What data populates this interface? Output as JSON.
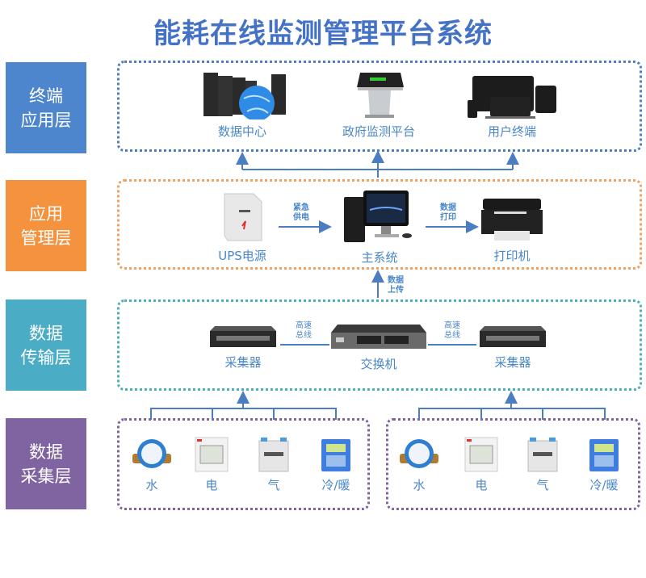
{
  "title": "能耗在线监测管理平台系统",
  "colors": {
    "terminal": "#4E86CE",
    "management": "#F5923E",
    "transmission": "#4BACC6",
    "collection": "#8064A2",
    "title": "#4472C4",
    "caption": "#4A86C8",
    "arrow": "#4A7EC0"
  },
  "layers": [
    {
      "id": "terminal",
      "label_line1": "终端",
      "label_line2": "应用层"
    },
    {
      "id": "management",
      "label_line1": "应用",
      "label_line2": "管理层"
    },
    {
      "id": "transmission",
      "label_line1": "数据",
      "label_line2": "传输层"
    },
    {
      "id": "collection",
      "label_line1": "数据",
      "label_line2": "采集层"
    }
  ],
  "terminal_nodes": [
    {
      "icon": "data-center-icon",
      "label": "数据中心"
    },
    {
      "icon": "kiosk-icon",
      "label": "政府监测平台"
    },
    {
      "icon": "devices-icon",
      "label": "用户终端"
    }
  ],
  "management_nodes": [
    {
      "icon": "ups-icon",
      "label": "UPS电源"
    },
    {
      "icon": "desktop-computer-icon",
      "label": "主系统"
    },
    {
      "icon": "printer-icon",
      "label": "打印机"
    }
  ],
  "management_links": {
    "ups_to_main_line1": "紧急",
    "ups_to_main_line2": "供电",
    "main_to_printer_line1": "数据",
    "main_to_printer_line2": "打印",
    "upload_line1": "数据",
    "upload_line2": "上传"
  },
  "transmission_nodes": [
    {
      "icon": "collector-icon",
      "label": "采集器"
    },
    {
      "icon": "switch-icon",
      "label": "交换机"
    },
    {
      "icon": "collector-icon",
      "label": "采集器"
    }
  ],
  "transmission_links": {
    "left_line1": "高速",
    "left_line2": "总线",
    "right_line1": "高速",
    "right_line2": "总线"
  },
  "collection_groups": [
    {
      "meters": [
        {
          "icon": "water-meter-icon",
          "label": "水"
        },
        {
          "icon": "electric-meter-icon",
          "label": "电"
        },
        {
          "icon": "gas-meter-icon",
          "label": "气"
        },
        {
          "icon": "heat-meter-icon",
          "label": "冷/暖"
        }
      ]
    },
    {
      "meters": [
        {
          "icon": "water-meter-icon",
          "label": "水"
        },
        {
          "icon": "electric-meter-icon",
          "label": "电"
        },
        {
          "icon": "gas-meter-icon",
          "label": "气"
        },
        {
          "icon": "heat-meter-icon",
          "label": "冷/暖"
        }
      ]
    }
  ]
}
